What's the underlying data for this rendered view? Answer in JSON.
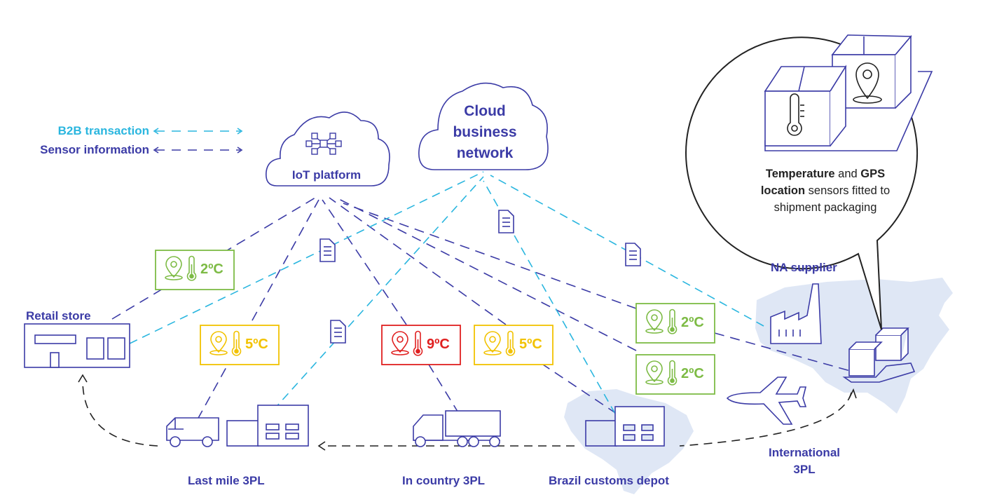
{
  "legend": {
    "b2b": "B2B transaction",
    "sensor": "Sensor information",
    "b2b_color": "#2ab6df",
    "sensor_color": "#3b3ba6"
  },
  "clouds": {
    "iot": "IoT platform",
    "network_line1": "Cloud",
    "network_line2": "business",
    "network_line3": "network"
  },
  "nodes": {
    "retail": "Retail store",
    "last_mile": "Last mile 3PL",
    "in_country": "In country 3PL",
    "brazil": "Brazil customs depot",
    "international_line1": "International",
    "international_line2": "3PL",
    "supplier": "NA supplier"
  },
  "readings": [
    {
      "id": "retail",
      "value": "2ºC",
      "color": "#7dbb45"
    },
    {
      "id": "last-mile",
      "value": "5ºC",
      "color": "#f2c200"
    },
    {
      "id": "in-country",
      "value": "9ºC",
      "color": "#e02020"
    },
    {
      "id": "brazil",
      "value": "5ºC",
      "color": "#f2c200"
    },
    {
      "id": "supplier",
      "value": "2ºC",
      "color": "#7dbb45"
    },
    {
      "id": "international",
      "value": "2ºC",
      "color": "#7dbb45"
    }
  ],
  "bubble": {
    "bold1": "Temperature",
    "text1": " and ",
    "bold2": "GPS location",
    "text2": " sensors fitted to shipment packaging"
  },
  "colors": {
    "navy": "#3b3ba6",
    "cyan": "#2ab6df",
    "map_fill": "#dfe7f5",
    "dark_line": "#222222"
  }
}
